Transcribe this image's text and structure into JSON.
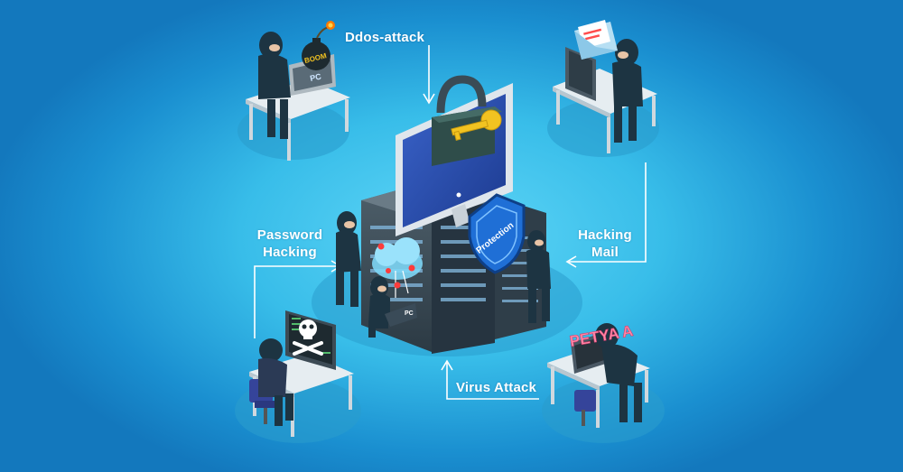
{
  "labels": {
    "ddos": "Ddos-attack",
    "password_1": "Password",
    "password_2": "Hacking",
    "hacking_mail_1": "Hacking",
    "hacking_mail_2": "Mail",
    "virus": "Virus Attack"
  },
  "badges": {
    "bomb": "BOOM",
    "laptop_brand": "PC",
    "laptop_brand_small": "PC",
    "shield": "Protection",
    "ransomware": "PETYA A"
  },
  "colors": {
    "background_center": "#5fd6f7",
    "background_edge": "#1378bd",
    "connector": "#ffffff",
    "hacker": "#1d3442",
    "server": "#3d4e5a",
    "key": "#f2c321",
    "shield": "#1f6fd6",
    "ransomware_text": "#ff8aa8"
  },
  "icons": [
    "bomb-icon",
    "padlock-icon",
    "key-icon",
    "shield-icon",
    "skull-crossbones-icon",
    "cloud-icon",
    "mail-envelope-icon",
    "bug-icon"
  ]
}
